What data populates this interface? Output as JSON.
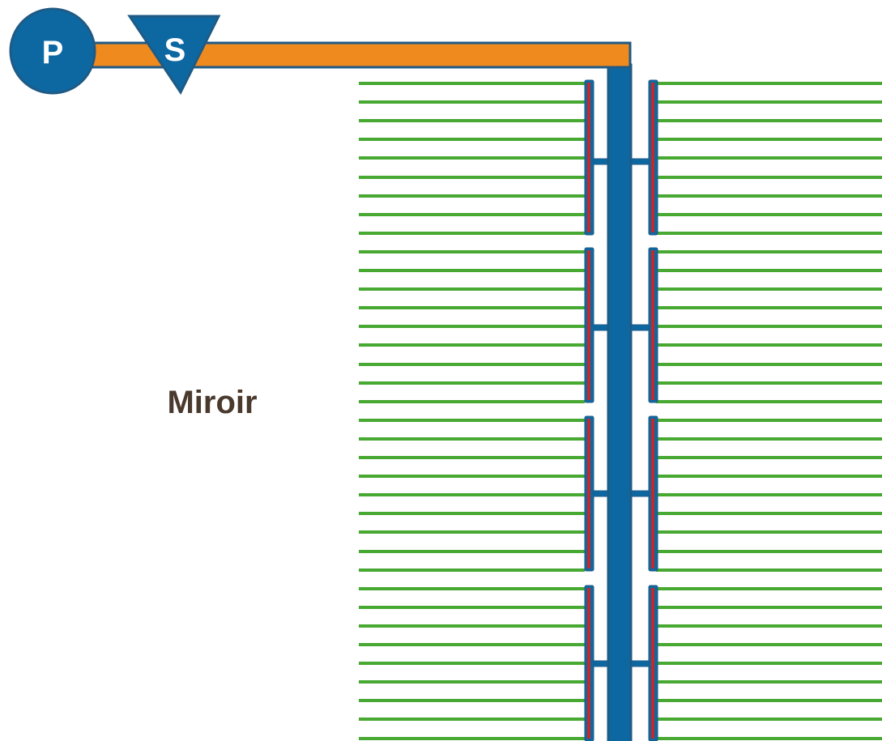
{
  "labels": {
    "pump": "P",
    "filter": "S",
    "mirror": "Miroir"
  },
  "colors": {
    "main_line": "#ef8a1e",
    "line_outline": "#1f5a85",
    "manifold": "#0d68a2",
    "lateral_pipe": "#c62828",
    "drip_rows": "#47a832",
    "symbol_fill": "#0d68a2",
    "text": "#4a3a2e"
  }
}
